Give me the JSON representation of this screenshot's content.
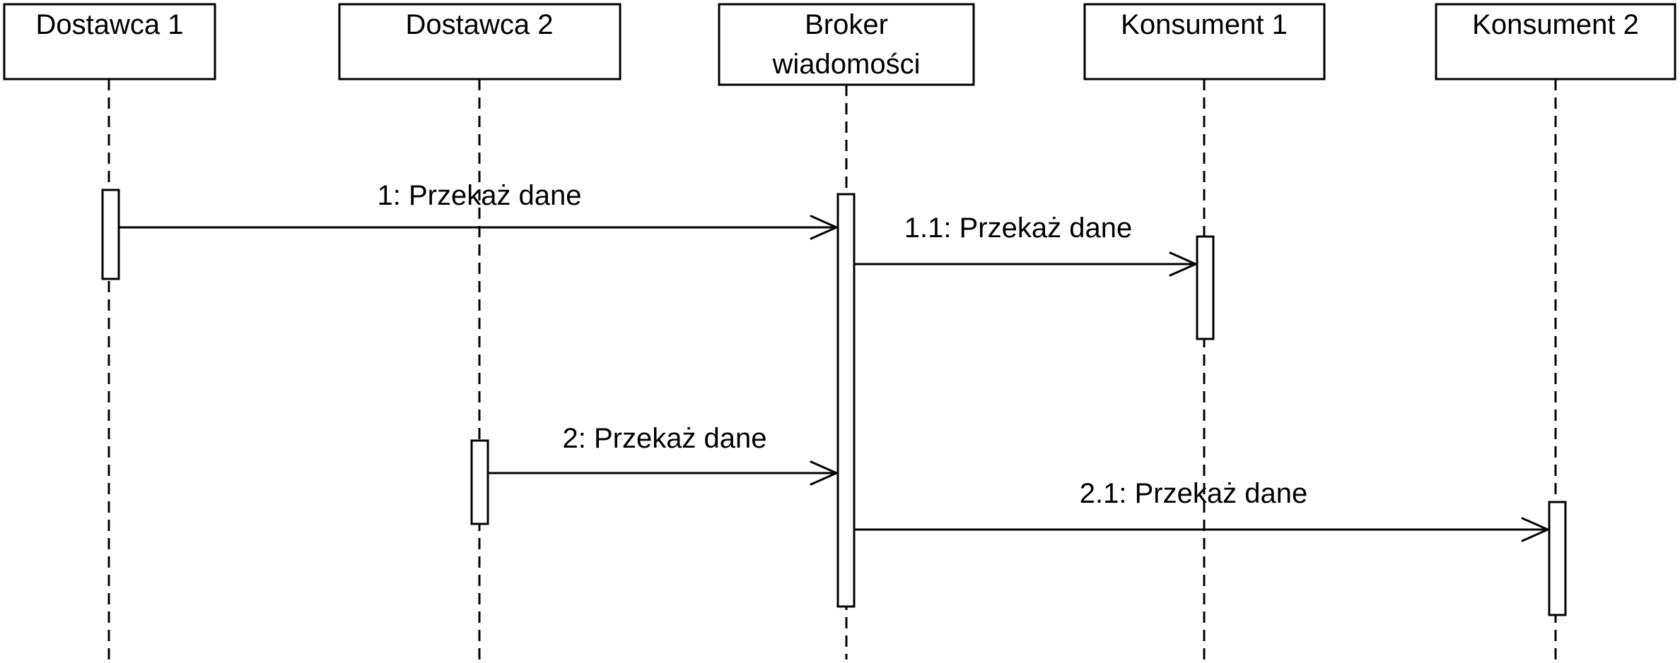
{
  "participants": [
    {
      "id": "p1",
      "label_lines": [
        "Dostawca 1"
      ]
    },
    {
      "id": "p2",
      "label_lines": [
        "Dostawca 2"
      ]
    },
    {
      "id": "p3",
      "label_lines": [
        "Broker",
        "wiadomości"
      ]
    },
    {
      "id": "p4",
      "label_lines": [
        "Konsument 1"
      ]
    },
    {
      "id": "p5",
      "label_lines": [
        "Konsument 2"
      ]
    }
  ],
  "messages": [
    {
      "id": "m1",
      "label": "1: Przekaż dane",
      "from": "Dostawca 1",
      "to": "Broker wiadomości"
    },
    {
      "id": "m11",
      "label": "1.1: Przekaż dane",
      "from": "Broker wiadomości",
      "to": "Konsument 1"
    },
    {
      "id": "m2",
      "label": "2: Przekaż dane",
      "from": "Dostawca 2",
      "to": "Broker wiadomości"
    },
    {
      "id": "m21",
      "label": "2.1: Przekaż dane",
      "from": "Broker wiadomości",
      "to": "Konsument 2"
    }
  ]
}
